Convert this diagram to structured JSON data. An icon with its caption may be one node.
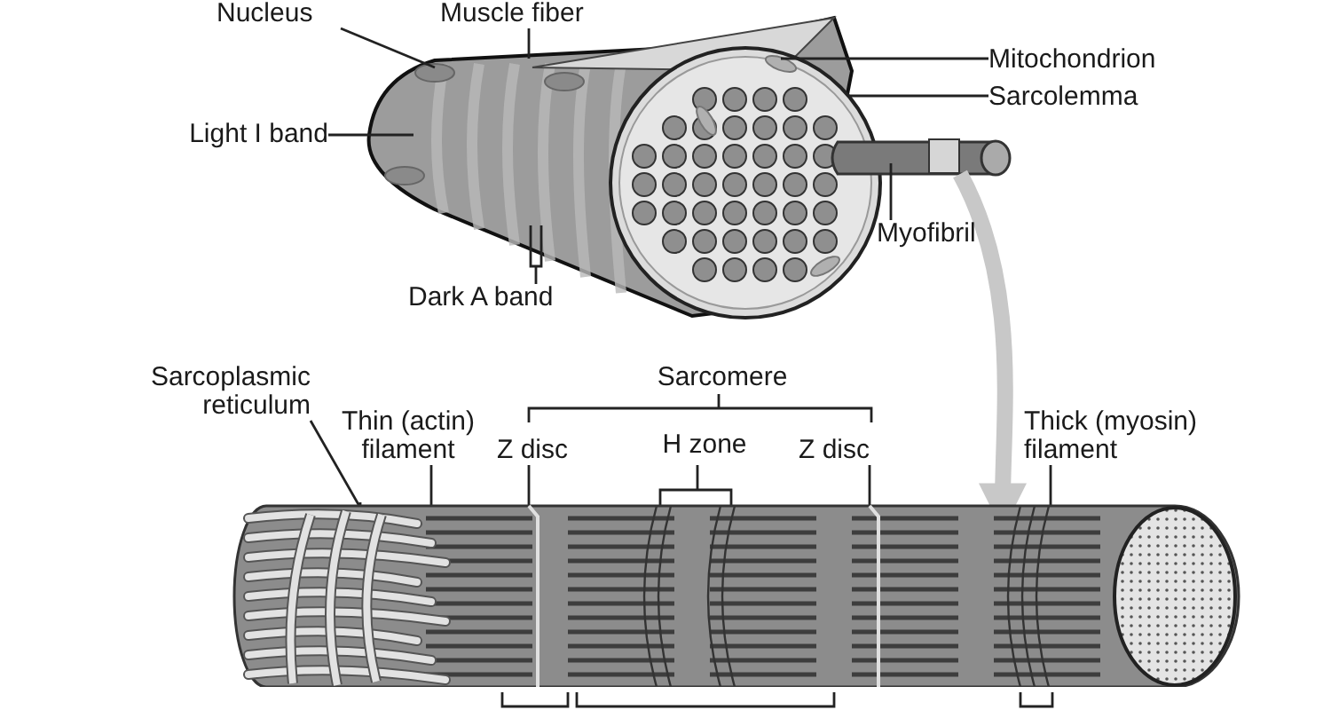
{
  "diagram": {
    "nodes": [
      {
        "text": [
          "Nucleus"
        ]
      },
      {
        "text": [
          "Muscle fiber"
        ]
      },
      {
        "text": [
          "Mitochondrion"
        ]
      },
      {
        "text": [
          "Sarcolemma"
        ]
      },
      {
        "text": [
          "Light I band"
        ]
      },
      {
        "text": [
          "Myofibril"
        ]
      },
      {
        "text": [
          "Dark A band"
        ]
      },
      {
        "text": [
          "Sarcoplasmic reticulum"
        ]
      },
      {
        "text": [
          "Thin (actin) filament"
        ]
      },
      {
        "text": [
          "Z disc"
        ]
      },
      {
        "text": [
          "Z disc"
        ]
      },
      {
        "text": [
          "Thick (myosin) filament"
        ]
      },
      {
        "text": [],
        "shape": "box"
      },
      {
        "text": [],
        "shape": "picture"
      }
    ],
    "edges": [
      {
        "from": 0,
        "to": null,
        "arrow": "none"
      },
      {
        "from": 1,
        "to": null,
        "arrow": "none"
      },
      {
        "from": 2,
        "to": null,
        "arrow": "none"
      },
      {
        "from": 3,
        "to": null,
        "arrow": "none"
      },
      {
        "from": 4,
        "to": null,
        "arrow": "none"
      },
      {
        "from": 5,
        "to": null,
        "arrow": "none"
      },
      {
        "from": 6,
        "to": null,
        "arrow": "none"
      },
      {
        "from": 7,
        "to": 13,
        "arrow": "none"
      },
      {
        "from": 8,
        "to": 13,
        "arrow": "none"
      },
      {
        "from": 9,
        "to": 13,
        "arrow": "none"
      },
      {
        "from": 10,
        "to": 13,
        "arrow": "none"
      },
      {
        "from": 11,
        "to": 13,
        "arrow": "none"
      },
      {
        "from": 12,
        "to": 13,
        "arrow": "to",
        "style": "thick",
        "color": "#c8c8c8"
      }
    ],
    "labels": [
      "Sarcomere",
      "H zone"
    ]
  }
}
